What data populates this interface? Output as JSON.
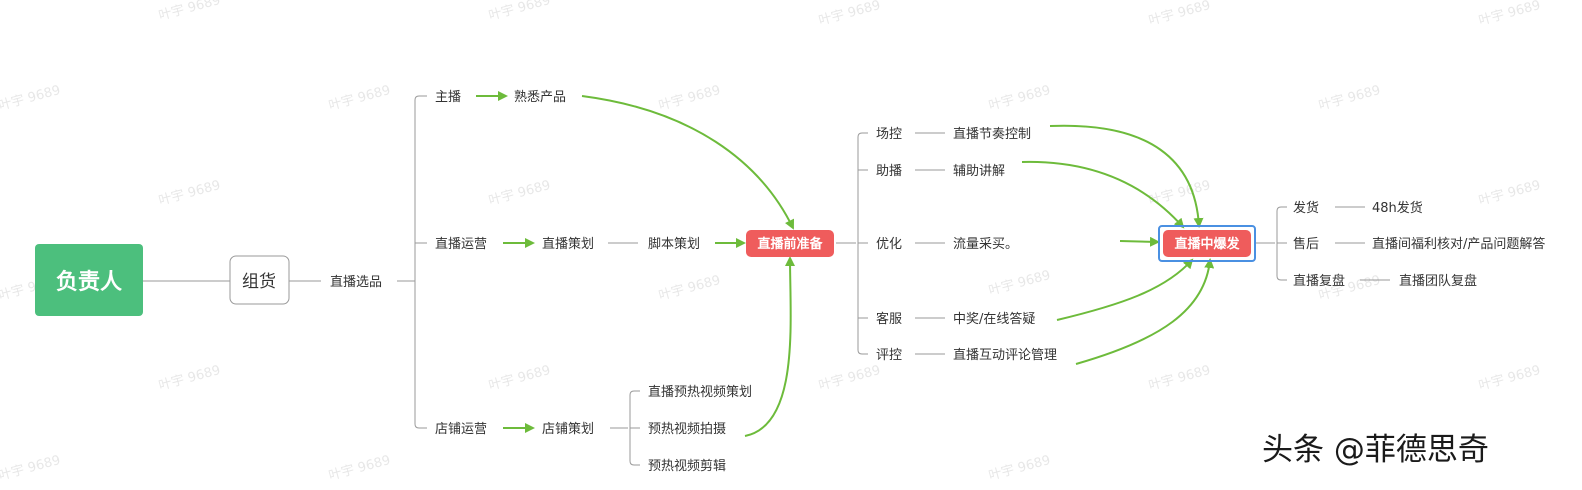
{
  "watermark": "叶宇 9689",
  "root": "负责人",
  "level1": "组货",
  "level2": "直播选品",
  "pre": {
    "host": "主播",
    "host_task": "熟悉产品",
    "ops": "直播运营",
    "ops_plan": "直播策划",
    "ops_script": "脚本策划",
    "shop_ops": "店铺运营",
    "shop_plan": "店铺策划",
    "videos": [
      "直播预热视频策划",
      "预热视频拍摄",
      "预热视频剪辑"
    ]
  },
  "prep_node": "直播前准备",
  "during": {
    "roles": [
      "场控",
      "助播",
      "优化",
      "客服",
      "评控"
    ],
    "tasks": [
      "直播节奏控制",
      "辅助讲解",
      "流量采买。",
      "中奖/在线答疑",
      "直播互动评论管理"
    ]
  },
  "burst_node": "直播中爆发",
  "after": {
    "items": [
      "发货",
      "售后",
      "直播复盘"
    ],
    "tasks": [
      "48h发货",
      "直播间福利核对/产品问题解答",
      "直播团队复盘"
    ]
  },
  "credit": "头条 @菲德思奇",
  "colors": {
    "root": "#4cbf7d",
    "accent": "#ef5c5c",
    "arrow": "#6dbb3b",
    "highlight": "#4a90e2"
  }
}
